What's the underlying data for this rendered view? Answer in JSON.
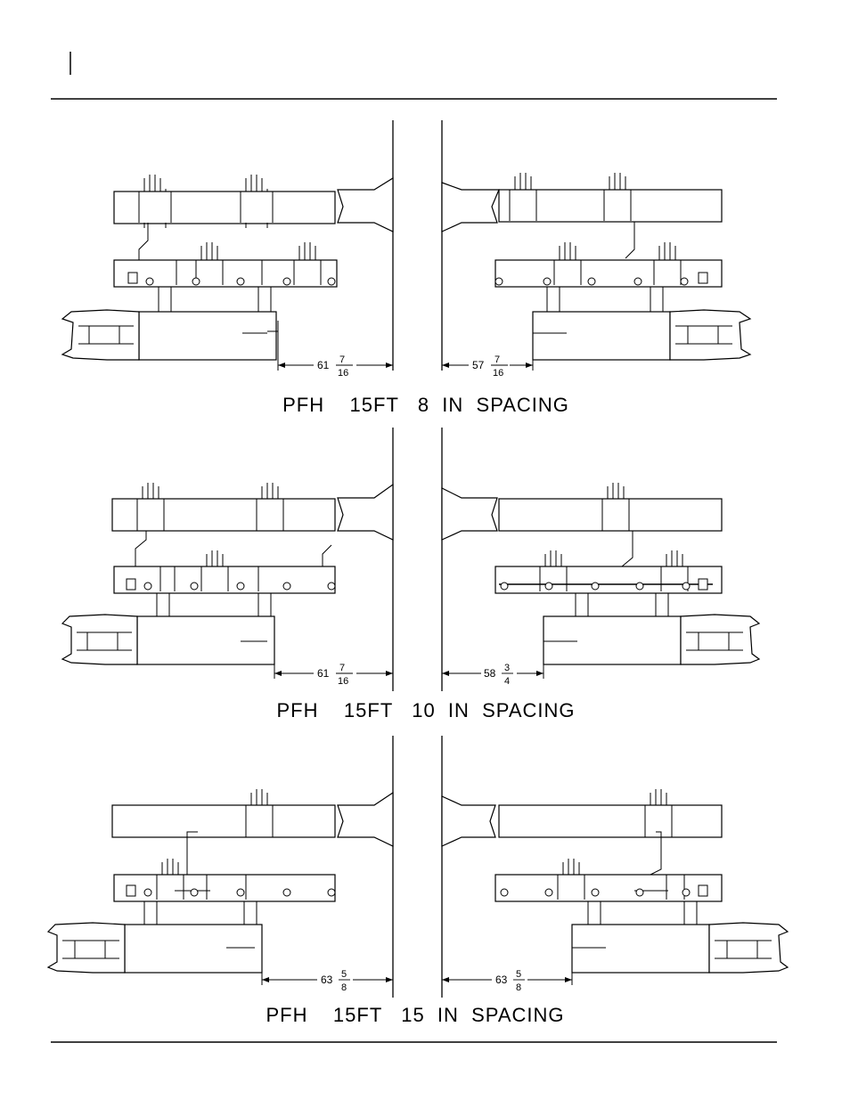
{
  "panels": [
    {
      "caption": "PFH    15FT   8  IN  SPACING",
      "left_dim": {
        "whole": "61",
        "num": "7",
        "den": "16"
      },
      "right_dim": {
        "whole": "57",
        "num": "7",
        "den": "16"
      }
    },
    {
      "caption": "PFH    15FT   10  IN  SPACING",
      "left_dim": {
        "whole": "61",
        "num": "7",
        "den": "16"
      },
      "right_dim": {
        "whole": "58",
        "num": "3",
        "den": "4"
      }
    },
    {
      "caption": "PFH    15FT   15  IN  SPACING",
      "left_dim": {
        "whole": "63",
        "num": "5",
        "den": "8"
      },
      "right_dim": {
        "whole": "63",
        "num": "5",
        "den": "8"
      }
    }
  ]
}
